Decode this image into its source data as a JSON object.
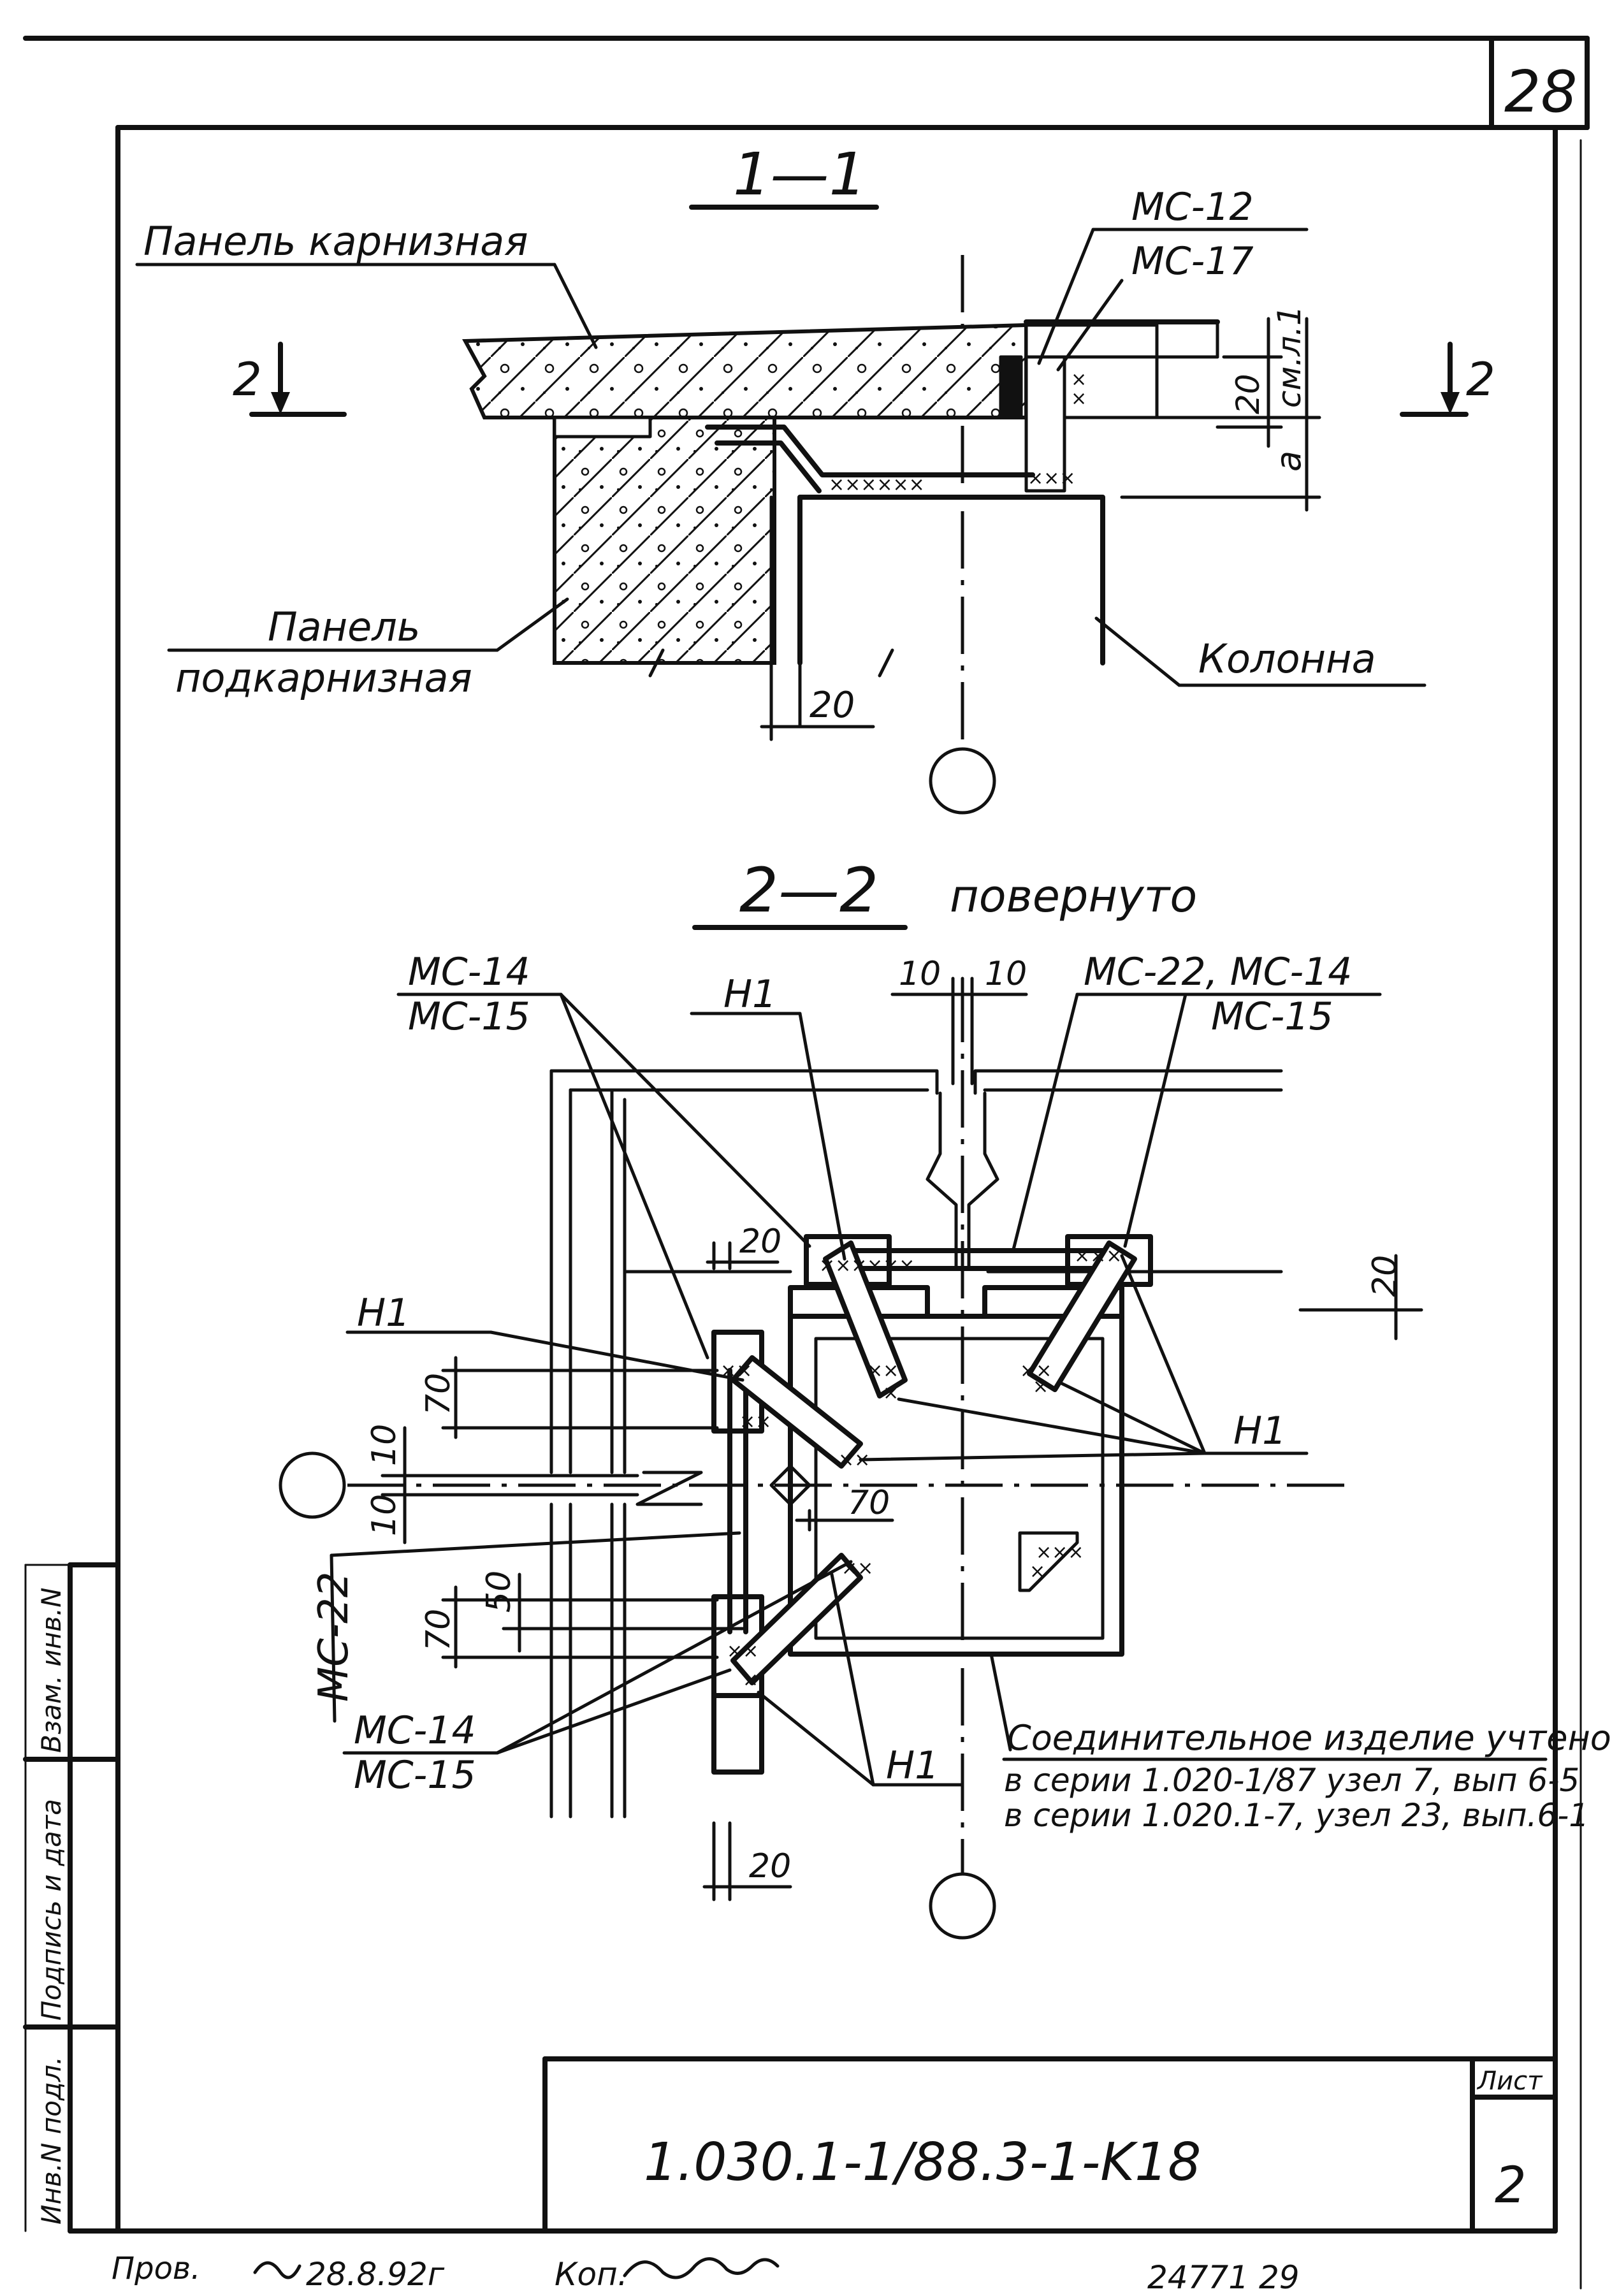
{
  "sheet": {
    "corner_number": "28",
    "doc_code": "1.030.1-1/88.3-1-K18",
    "sheet_label": "Лист",
    "sheet_number": "2"
  },
  "section_1_1": {
    "title": "1—1",
    "cornice_panel": "Панель карнизная",
    "subcornice_panel_line1": "Панель",
    "subcornice_panel_line2": "подкарнизная",
    "column": "Колонна",
    "mc_top": "МС-12",
    "mc_bottom": "МС-17",
    "cut_mark_left": "2",
    "cut_mark_right": "2",
    "dim_20_vertical": "20",
    "dim_a": "a",
    "dim_see_sheet": "см.л.1",
    "dim_20_bottom": "20"
  },
  "section_2_2": {
    "title": "2—2",
    "subtitle": "повернуто",
    "mc_14_15_top_a": "МС-14",
    "mc_14_15_top_b": "МС-15",
    "h1_top": "Н1",
    "dim_10_left": "10",
    "dim_10_right": "10",
    "mc_22_14_a": "МС-22, МС-14",
    "mc_22_14_b": "МС-15",
    "dim_20_right": "20",
    "dim_20_upper": "20",
    "h1_left": "Н1",
    "dim_70_a": "70",
    "h1_right": "Н1",
    "dim_10_vert_a": "10",
    "dim_10_vert_b": "10",
    "dim_70_b": "70",
    "mc_22_vertical": "МС-22",
    "dim_50": "50",
    "dim_70_c": "70",
    "mc_14_15_bottom_a": "МС-14",
    "mc_14_15_bottom_b": "МС-15",
    "h1_bottom": "Н1",
    "dim_20_bottom": "20",
    "note_line1": "Соединительное изделие учтено",
    "note_line2": "в серии 1.020-1/87 узел 7, вып 6-5",
    "note_line3": "в серии 1.020.1-7, узел 23, вып.6-1"
  },
  "side_stamp": {
    "field1": "Инв.N подл.",
    "field2": "Подпись и дата",
    "field3": "Взам. инв.N"
  },
  "footer": {
    "checked": "Пров.",
    "signature_date": "28.8.92г",
    "copy_note": "Коп.",
    "archive_number": "24771 29"
  }
}
